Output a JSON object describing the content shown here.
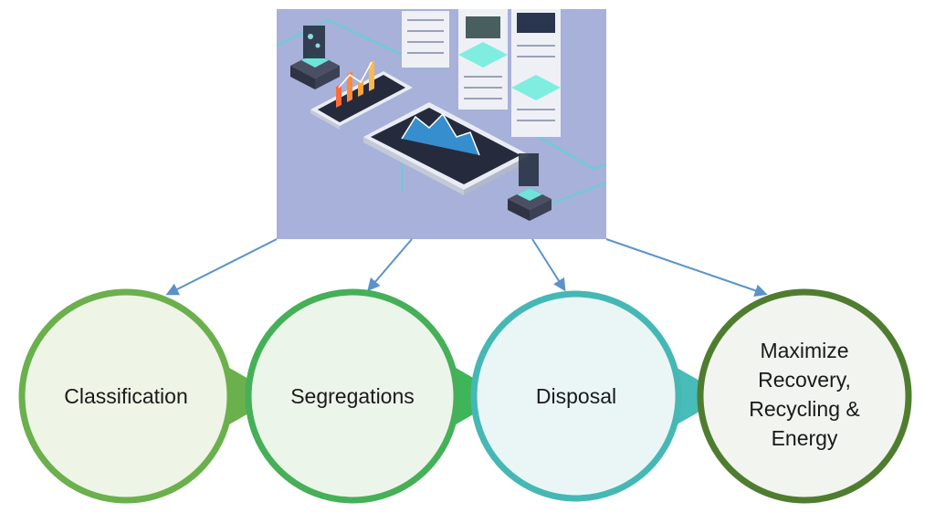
{
  "illustration": {
    "description_icon": "data-center-isometric-illustration"
  },
  "steps": [
    {
      "label_lines": [
        "Classification"
      ],
      "ring_color": "#6ab04c",
      "fill_color": "#eef4e6",
      "pointer_color": "#6ab04c"
    },
    {
      "label_lines": [
        "Segregations"
      ],
      "ring_color": "#45b058",
      "fill_color": "#ecf5ea",
      "pointer_color": "#3fb55a"
    },
    {
      "label_lines": [
        "Disposal"
      ],
      "ring_color": "#45b8b5",
      "fill_color": "#eaf6f6",
      "pointer_color": "#47bcb8"
    },
    {
      "label_lines": [
        "Maximize",
        "Recovery,",
        "Recycling &",
        "Energy"
      ],
      "ring_color": "#4f7d2f",
      "fill_color": "#f2f4ef",
      "pointer_color": null
    }
  ],
  "colors": {
    "arrow": "#5a93c9",
    "illustration_bg": "#a7b1d9"
  }
}
